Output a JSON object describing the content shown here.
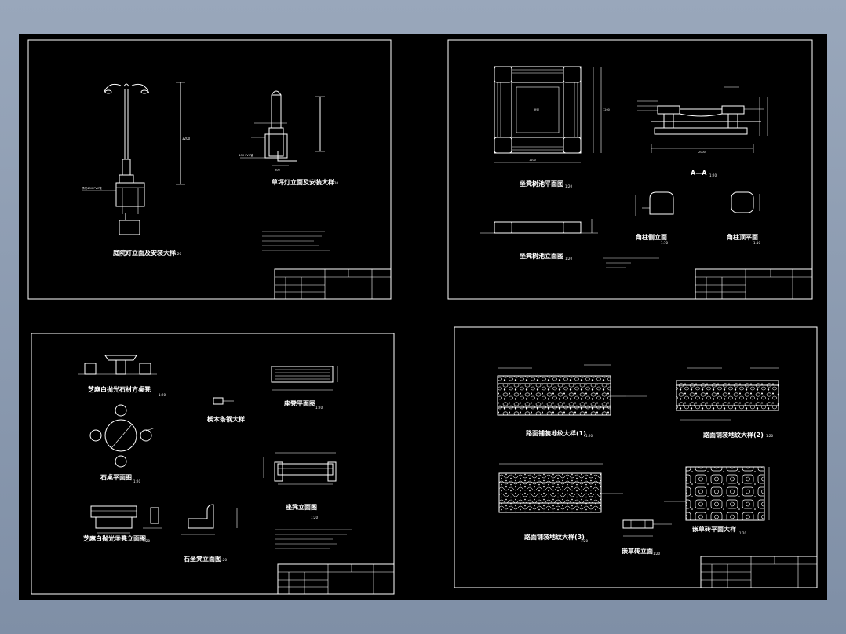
{
  "sheets": [
    {
      "labels": [
        "庭院灯立面及安装大样",
        "草坪灯立面及安装大样"
      ],
      "scales": [
        "1:20",
        "1:20"
      ]
    },
    {
      "labels": [
        "坐凳树池平面图",
        "A—A",
        "坐凳树池立面图",
        "角柱侧立面",
        "角柱顶平面"
      ],
      "scales": [
        "1:20",
        "1:20",
        "1:20",
        "1:10",
        "1:10"
      ]
    },
    {
      "labels": [
        "芝麻白抛光石材方桌凳",
        "石桌平面图",
        "芝麻白抛光坐凳立面图",
        "石坐凳立面图",
        "座凳平面图",
        "座凳立面图",
        "楔木条钢大样"
      ],
      "scales": [
        "1:20",
        "1:20",
        "1:20",
        "1:20",
        "1:20",
        "1:20"
      ]
    },
    {
      "labels": [
        "路面铺装地纹大样(1)",
        "路面铺装地纹大样(2)",
        "路面铺装地纹大样(3)",
        "嵌草砖平面大样",
        "嵌草砖立面"
      ],
      "scales": [
        "1:20",
        "1:20",
        "1:20",
        "1:20",
        "1:20"
      ]
    }
  ],
  "colors": {
    "canvas": "#000000",
    "background": "#8e9db2",
    "lines": "#ffffff"
  }
}
